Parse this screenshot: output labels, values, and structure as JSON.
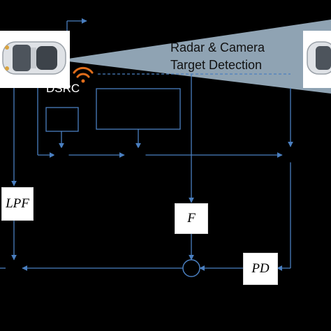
{
  "sensing": {
    "line1": "Radar & Camera",
    "line2": "Target Detection"
  },
  "comm": {
    "dsrc_label": "DSRC",
    "icon": "wifi-icon"
  },
  "blocks": {
    "lpf": "LPF",
    "f": "F",
    "pd": "PD"
  },
  "colors": {
    "background": "#000000",
    "signal_line": "#4a7fc0",
    "beam": "#8fa3b3",
    "wifi": "#e06d1b"
  }
}
